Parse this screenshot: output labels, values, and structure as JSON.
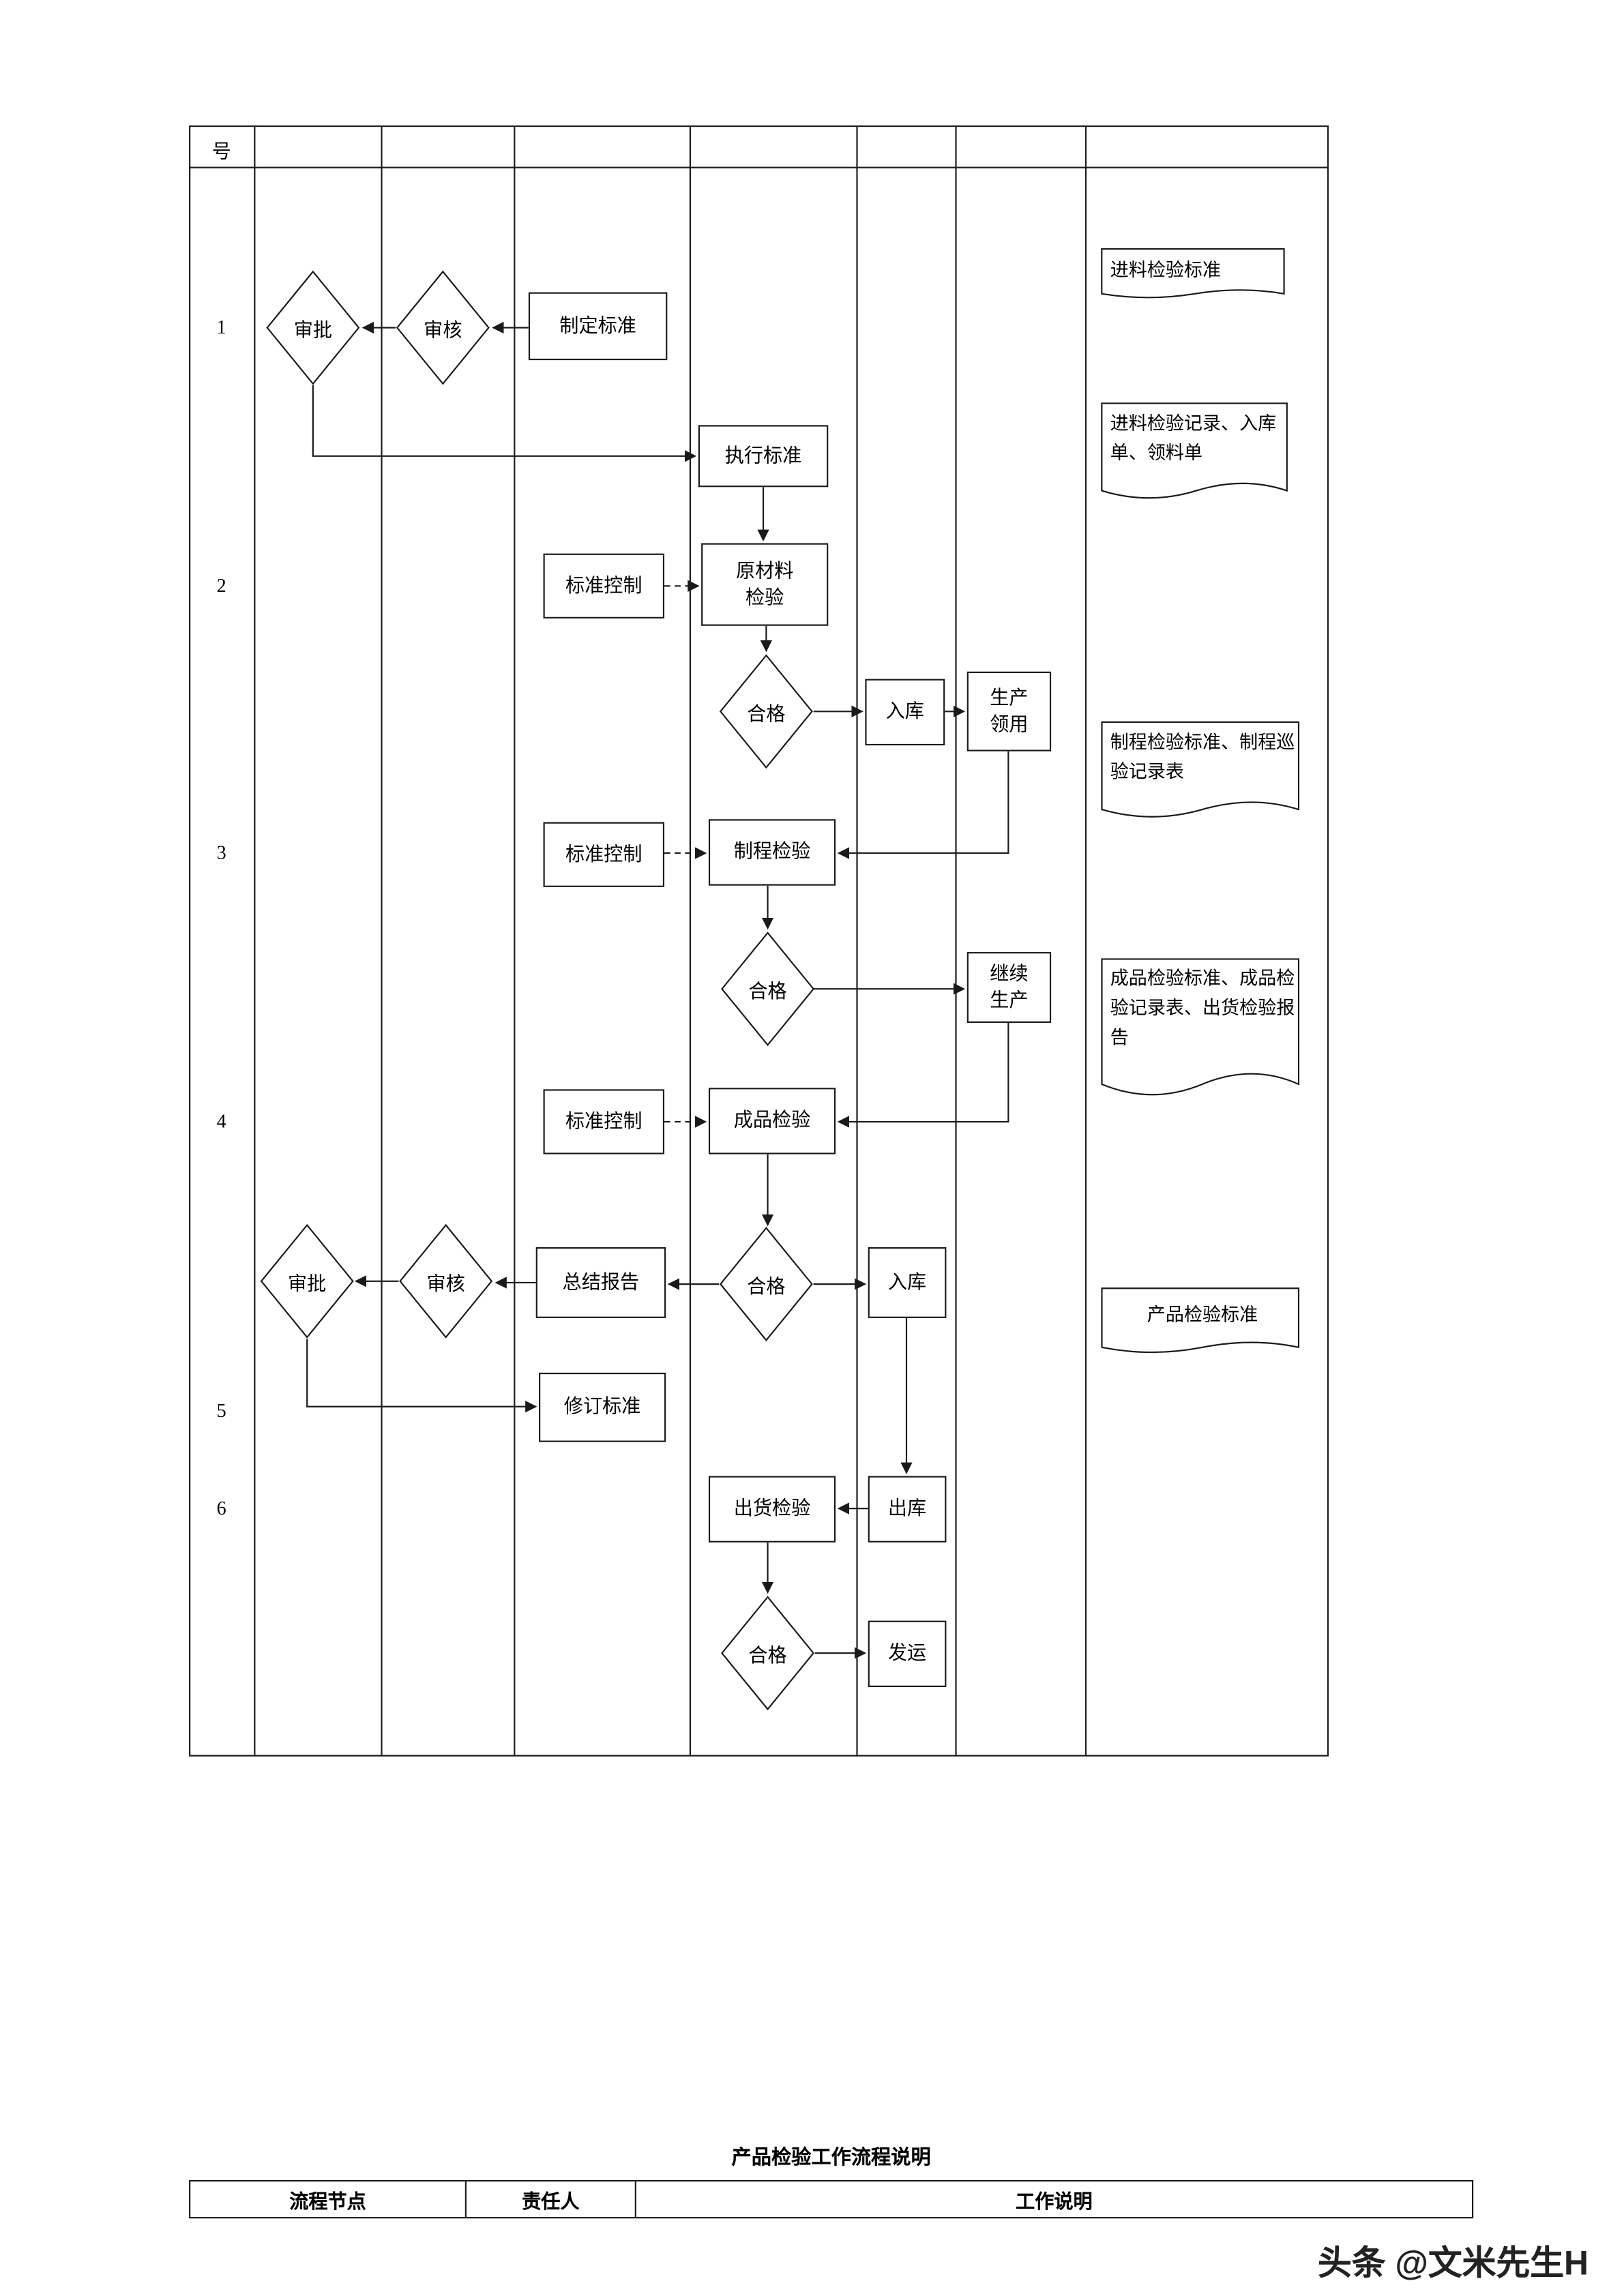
{
  "page": {
    "header_cell": "号",
    "row_numbers": [
      "1",
      "2",
      "3",
      "4",
      "5",
      "6"
    ]
  },
  "nodes": {
    "shenpi": "审批",
    "shenhe": "审核",
    "hege": "合格",
    "ruku": "入库",
    "biaozhun_kongzhi": "标准控制",
    "zhiding_biaozhun": "制定标准",
    "zhixing_biaozhun": "执行标准",
    "yuancailiao_jianyan": "原材料检验",
    "shengchan_lingyong": "生产领用",
    "zhicheng_jianyan": "制程检验",
    "jixu_shengchan": "继续生产",
    "chengpin_jianyan": "成品检验",
    "zongjie_baogao": "总结报告",
    "xiuding_biaozhun": "修订标准",
    "chuku": "出库",
    "chuhuo_jianyan": "出货检验",
    "fayun": "发运"
  },
  "documents": {
    "doc1": "进料检验标准",
    "doc2": "进料检验记录、入库单、领料单",
    "doc3": "制程检验标准、制程巡验记录表",
    "doc4": "成品检验标准、成品检验记录表、出货检验报告",
    "doc5": "产品检验标准"
  },
  "footer": {
    "title": "产品检验工作流程说明",
    "table_headers": [
      "流程节点",
      "责任人",
      "工作说明"
    ]
  },
  "watermark": "头条 @文米先生H"
}
